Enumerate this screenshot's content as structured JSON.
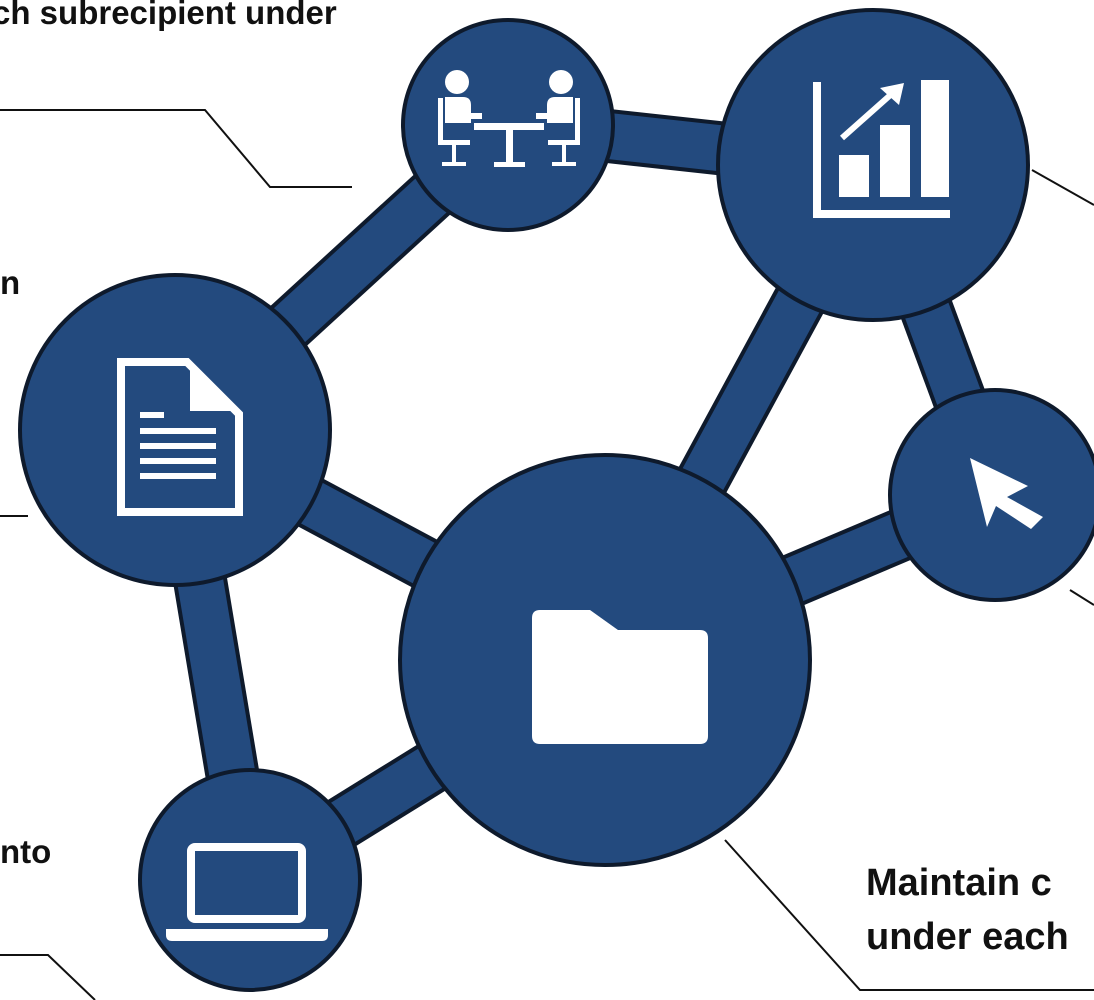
{
  "labels": {
    "top": "ch subrecipient under",
    "left_middle": "n",
    "lower_left": "nto",
    "bottom_right_line1": "Maintain c",
    "bottom_right_line2": "under each"
  },
  "colors": {
    "node_fill": "#234a7e",
    "node_outline": "#0e1a2c",
    "icon": "#ffffff",
    "leader_line": "#111111"
  },
  "nodes": [
    {
      "id": "meeting",
      "icon": "meeting-people-table-icon"
    },
    {
      "id": "chart",
      "icon": "bar-chart-growth-icon"
    },
    {
      "id": "document",
      "icon": "document-icon"
    },
    {
      "id": "cursor",
      "icon": "mouse-cursor-icon"
    },
    {
      "id": "folder",
      "icon": "folder-icon"
    },
    {
      "id": "laptop",
      "icon": "laptop-icon"
    }
  ]
}
